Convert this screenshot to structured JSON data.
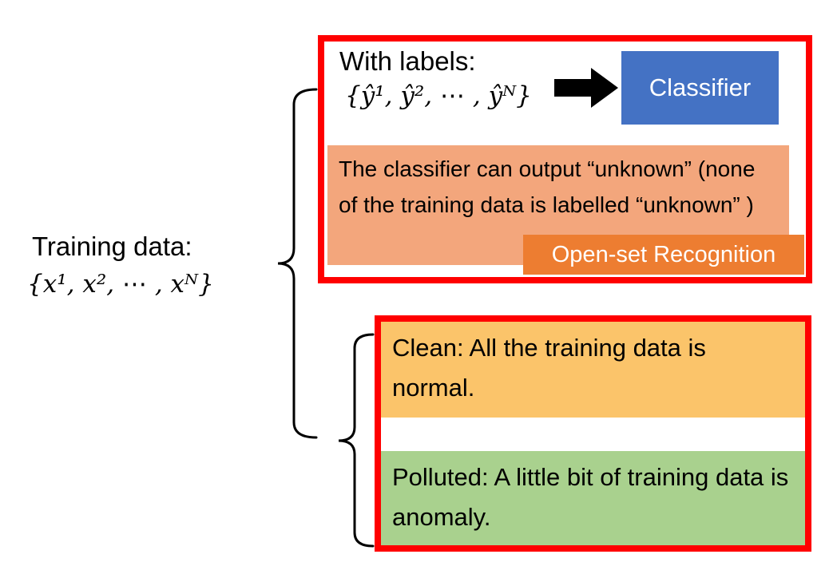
{
  "left_label": {
    "title": "Training data:",
    "math": "{x¹, x², ⋯ , xᴺ}"
  },
  "open_set_box": {
    "with_labels": "With labels:",
    "math": "{ŷ¹, ŷ², ⋯ , ŷᴺ}",
    "classifier": "Classifier",
    "note": "The classifier can output “unknown” (none of the training data is labelled “unknown” )",
    "tag": "Open-set Recognition"
  },
  "training_variants_box": {
    "clean": "Clean: All the training data is normal.",
    "polluted": "Polluted: A little bit of training data is anomaly."
  },
  "icons": {
    "arrow": "right-block-arrow",
    "brace_main": "curly-brace",
    "brace_secondary": "curly-brace"
  },
  "colors": {
    "red_border": "#FF0000",
    "classifier_blue": "#4472C4",
    "note_salmon": "#F3A67C",
    "tag_orange": "#ED7D31",
    "clean_yellow": "#FBC46A",
    "polluted_green": "#A9D18E",
    "text": "#000000",
    "background": "#FFFFFF"
  }
}
